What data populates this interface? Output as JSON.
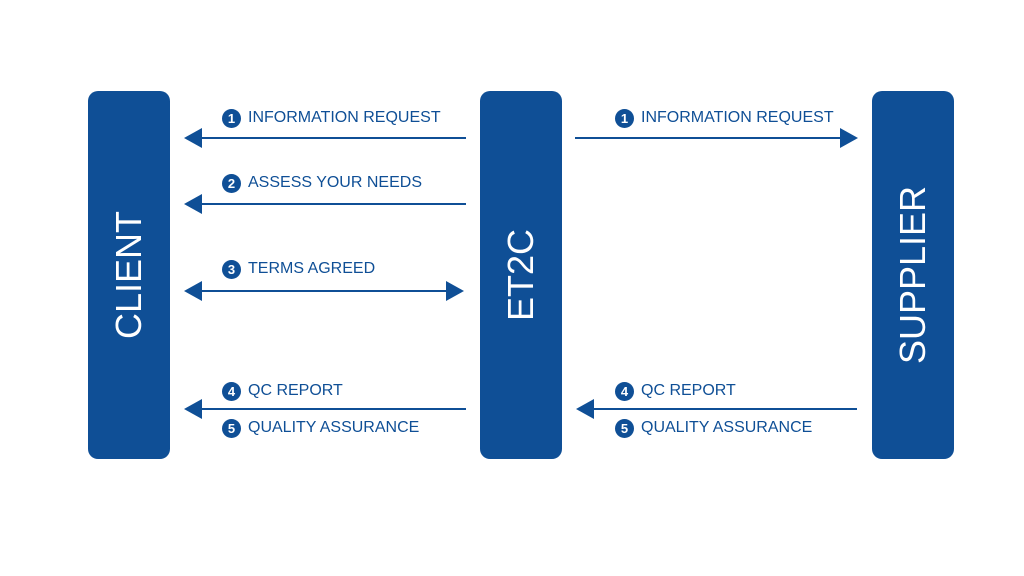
{
  "colors": {
    "primary": "#0f4f96",
    "background": "#ffffff"
  },
  "entities": {
    "client": "CLIENT",
    "et2c": "ET2C",
    "supplier": "SUPPLIER"
  },
  "flows": {
    "client_side": [
      {
        "num": "1",
        "text": "INFORMATION REQUEST",
        "direction": "to-client"
      },
      {
        "num": "2",
        "text": "ASSESS YOUR NEEDS",
        "direction": "to-client"
      },
      {
        "num": "3",
        "text": "TERMS AGREED",
        "direction": "both"
      },
      {
        "num": "4",
        "text": "QC REPORT",
        "direction": "to-client"
      },
      {
        "num": "5",
        "text": "QUALITY ASSURANCE",
        "direction": "to-client"
      }
    ],
    "supplier_side": [
      {
        "num": "1",
        "text": "INFORMATION REQUEST",
        "direction": "to-supplier"
      },
      {
        "num": "4",
        "text": "QC REPORT",
        "direction": "to-et2c"
      },
      {
        "num": "5",
        "text": "QUALITY ASSURANCE",
        "direction": "to-et2c"
      }
    ]
  }
}
